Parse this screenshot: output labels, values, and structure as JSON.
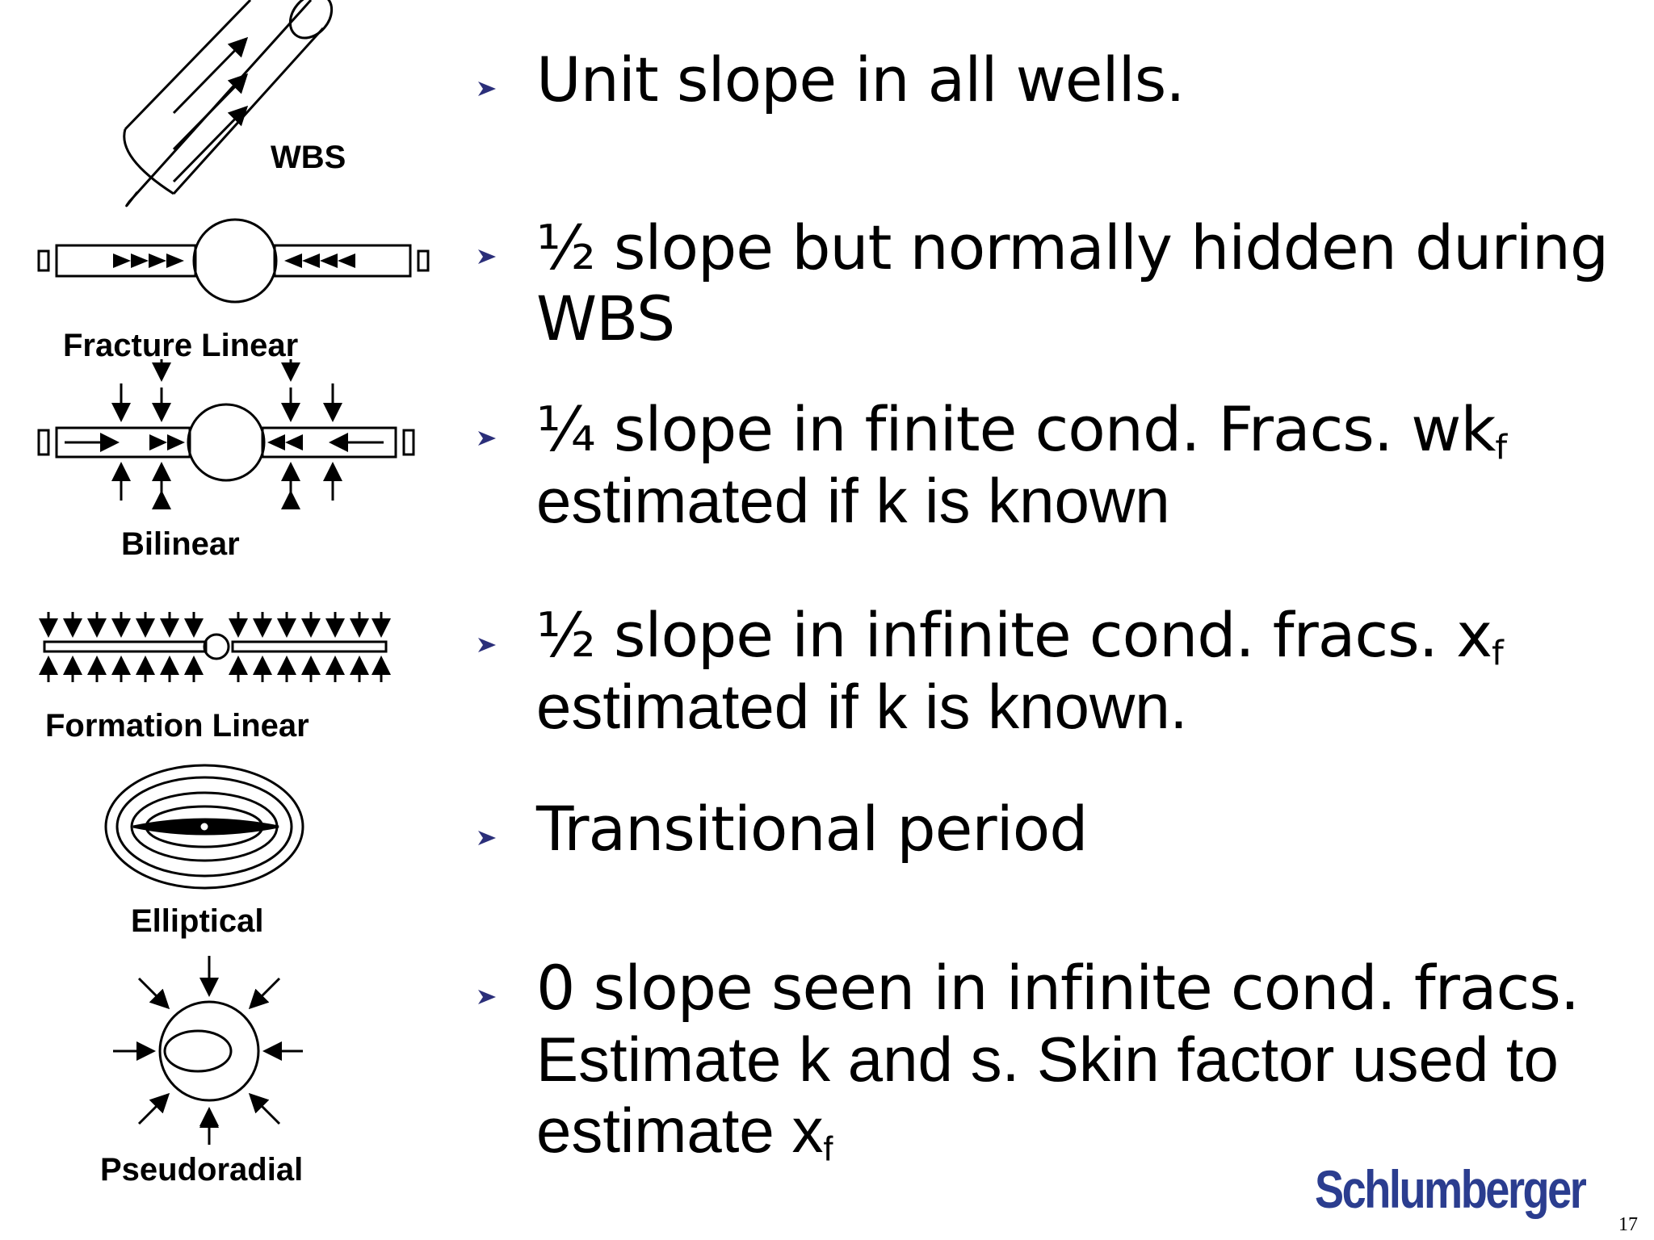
{
  "diagrams": {
    "wbs_label": "WBS",
    "fracture_linear_label": "Fracture Linear",
    "bilinear_label": "Bilinear",
    "formation_linear_label": "Formation Linear",
    "elliptical_label": "Elliptical",
    "pseudoradial_label": "Pseudoradial"
  },
  "bullets": [
    {
      "line1": "Unit slope in all wells."
    },
    {
      "line1": "½ slope but normally hidden during",
      "line2": "WBS"
    },
    {
      "line1_main": "¼ slope in finite cond. Fracs. wk",
      "line1_sub": "f",
      "line2": "estimated if k is known"
    },
    {
      "line1_main": "½ slope in infinite cond. fracs. x",
      "line1_sub": "f",
      "line2": "estimated if k is known."
    },
    {
      "line1": "Transitional period"
    },
    {
      "line1": "0 slope seen in infinite cond. fracs.",
      "line2": "Estimate k and s. Skin factor used to",
      "line3_main": "estimate x",
      "line3_sub": "f"
    }
  ],
  "logo_text": "Schlumberger",
  "page_number": "17",
  "colors": {
    "bullet": "#2b2f7a",
    "logo": "#2b3d8f"
  },
  "bullet_icon": "arrowhead-bullet-icon"
}
